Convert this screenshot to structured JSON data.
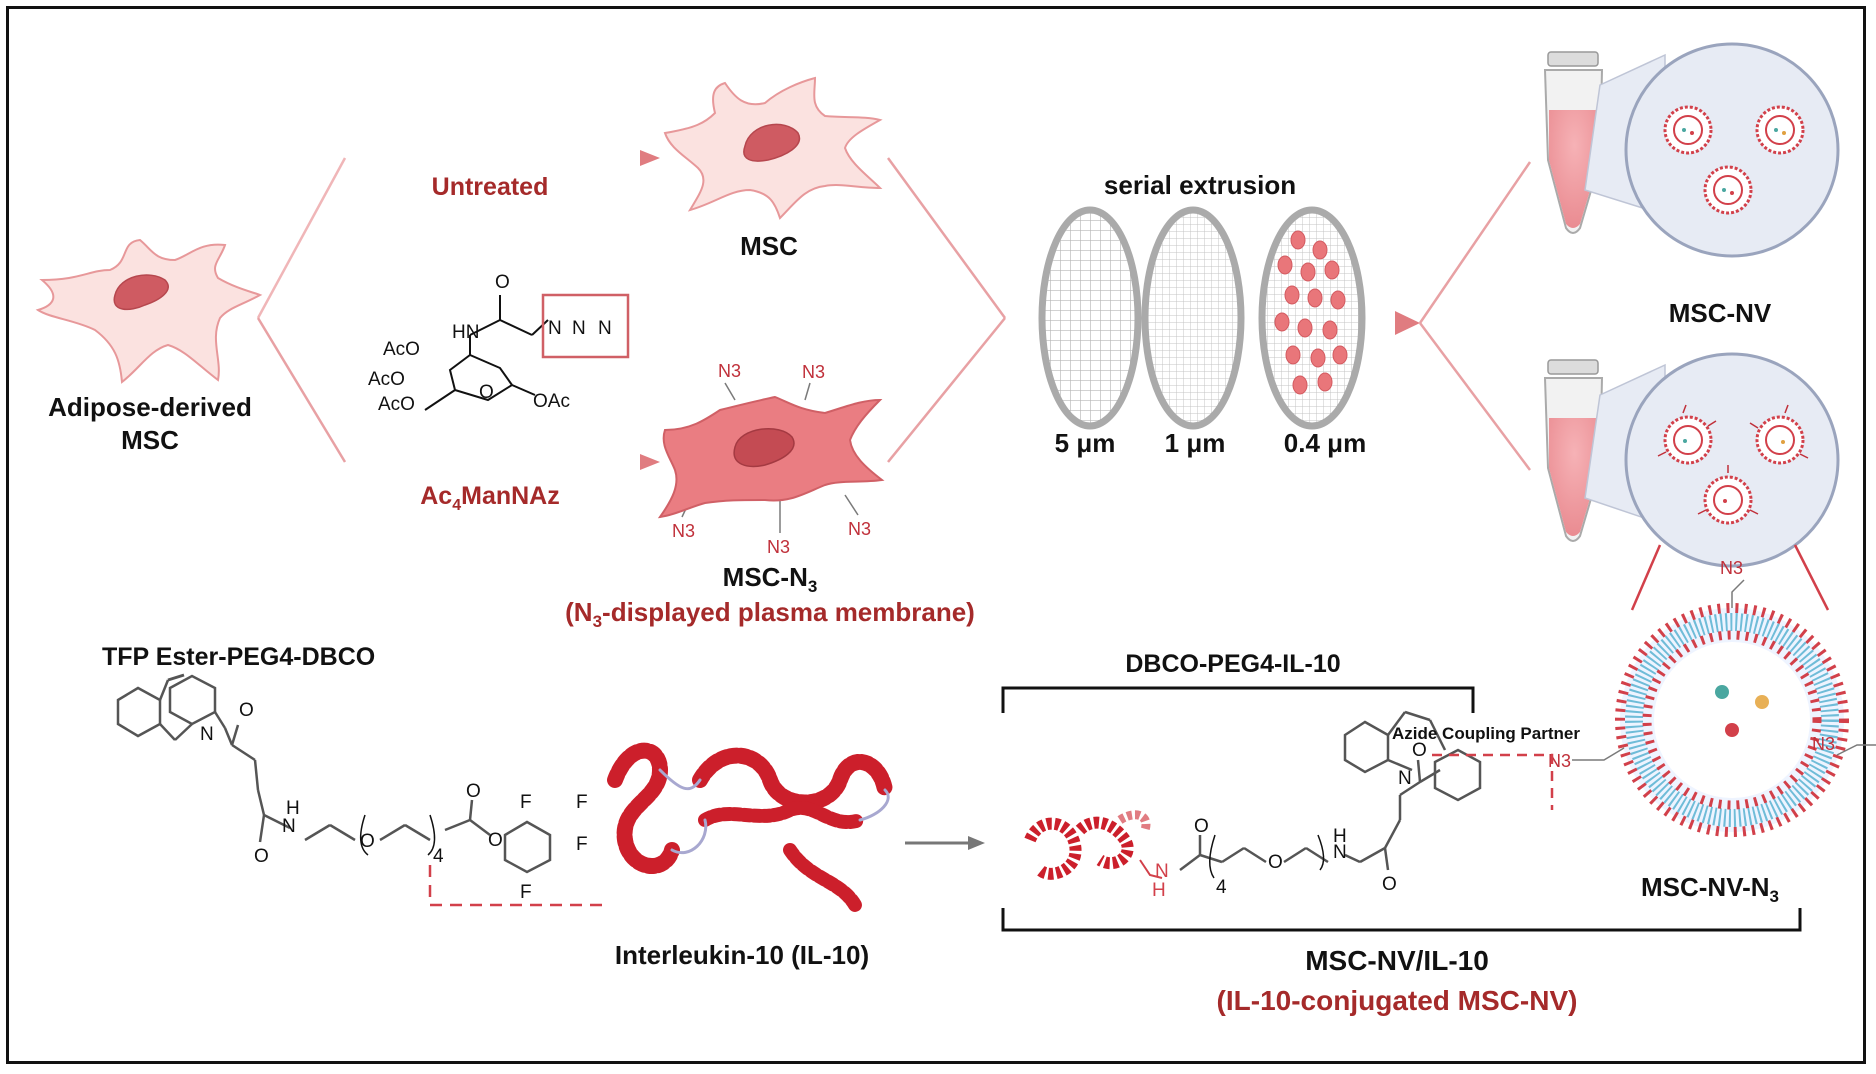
{
  "labels": {
    "adipose_line1": "Adipose-derived",
    "adipose_line2": "MSC",
    "untreated": "Untreated",
    "msc": "MSC",
    "ac4mannaz_prefix": "Ac",
    "ac4mannaz_sub": "4",
    "ac4mannaz_suffix": "ManNAz",
    "msc_n3_prefix": "MSC-N",
    "msc_n3_sub": "3",
    "n3_display_open": "(N",
    "n3_display_sub": "3",
    "n3_display_rest": "-displayed plasma membrane)",
    "serial_extrusion": "serial extrusion",
    "pore_5": "5 μm",
    "pore_1": "1 μm",
    "pore_04": "0.4 μm",
    "msc_nv": "MSC-NV",
    "tfp_title": "TFP Ester-PEG4-DBCO",
    "il10": "Interleukin-10 (IL-10)",
    "dbco_il10": "DBCO-PEG4-IL-10",
    "azide_partner": "Azide Coupling Partner",
    "msc_nv_n3_prefix": "MSC-NV-N",
    "msc_nv_n3_sub": "3",
    "msc_nv_il10": "MSC-NV/IL-10",
    "il10_conjugated": "(IL-10-conjugated  MSC-NV)"
  },
  "chem_text": {
    "n3_tag": "N3",
    "aco": "AcO",
    "hn": "HN",
    "o": "O",
    "oac": "OAc",
    "azide_n": "N",
    "f": "F",
    "nh": "N",
    "h": "H",
    "four": "4"
  },
  "colors": {
    "accent_red": "#a52a2a",
    "cell_fill_light": "#fbe2e0",
    "cell_fill_dark": "#e9767a",
    "arrow_pink": "#e59497",
    "protein_red": "#cc1f2b"
  }
}
